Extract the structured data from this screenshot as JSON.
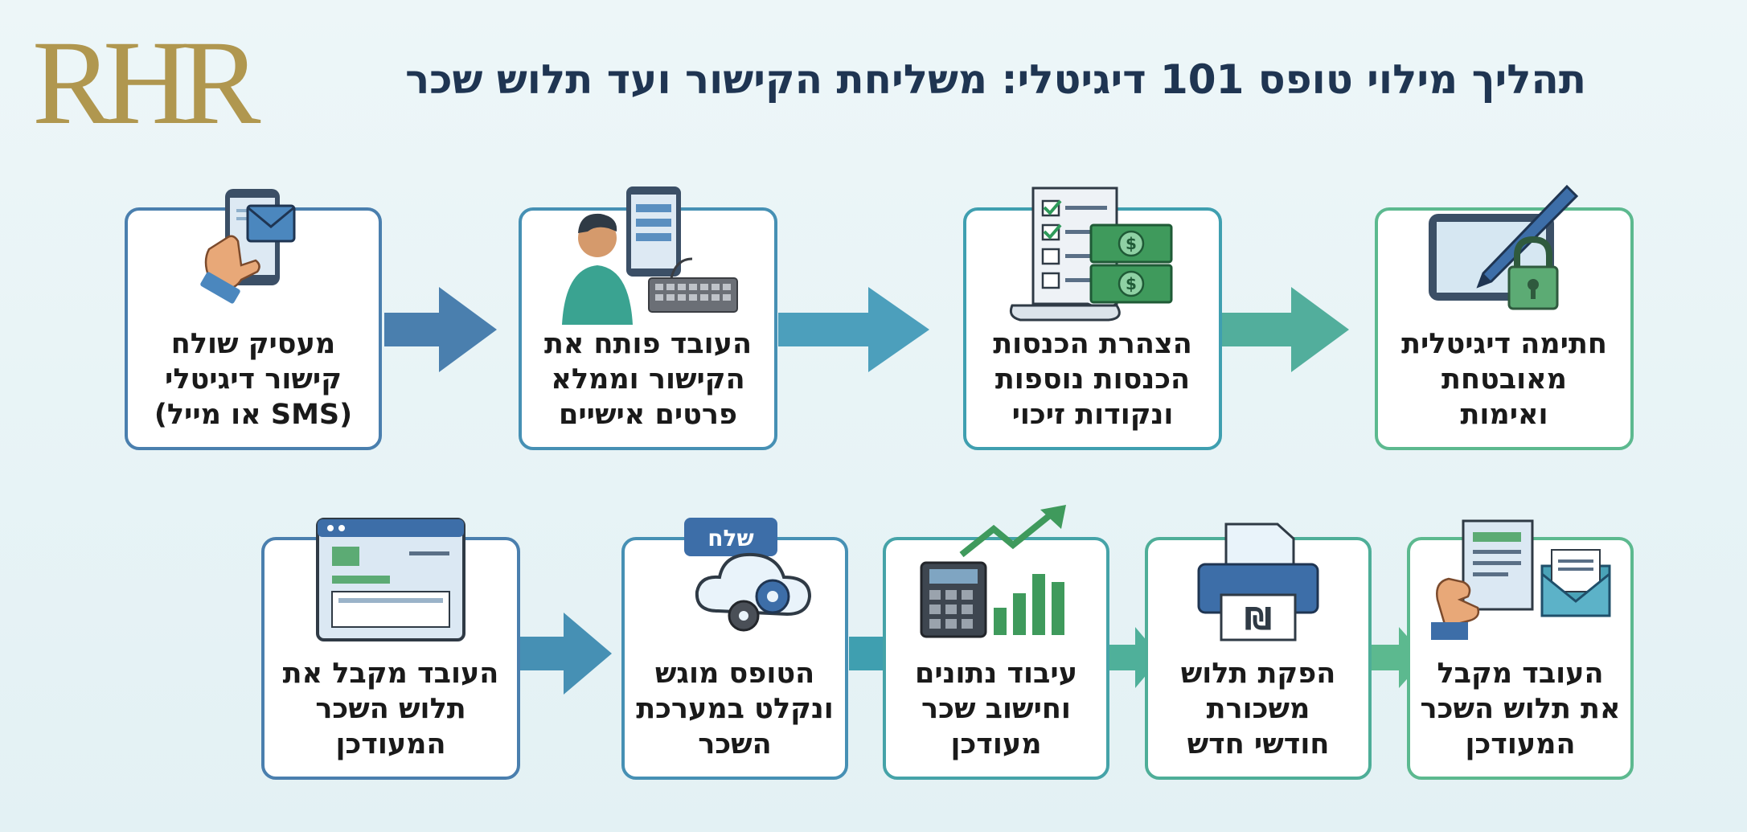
{
  "header": {
    "logo": "RHR",
    "title": "תהליך מילוי טופס 101 דיגיטלי: משליחת הקישור ועד תלוש שכר"
  },
  "row1": [
    {
      "lines": [
        "חתימה דיגיטלית",
        "מאובטחת",
        "ואימות"
      ],
      "icon": "tablet-pen-lock-icon"
    },
    {
      "lines": [
        "הצהרת הכנסות",
        "הכנסות נוספות",
        "ונקודות זיכוי"
      ],
      "icon": "checklist-money-icon"
    },
    {
      "lines": [
        "העובד פותח את",
        "הקישור וממלא",
        "פרטים אישיים"
      ],
      "icon": "person-computer-icon"
    },
    {
      "lines": [
        "מעסיק שולח",
        "קישור דיגיטלי",
        "(SMS או מייל)"
      ],
      "icon": "phone-email-icon"
    }
  ],
  "row2": [
    {
      "lines": [
        "העובד מקבל",
        "את תלוש השכר",
        "המעודכן"
      ],
      "icon": "hand-document-envelope-icon"
    },
    {
      "lines": [
        "הפקת תלוש",
        "משכורת",
        "חודשי חדש"
      ],
      "icon": "printer-shekel-icon"
    },
    {
      "lines": [
        "עיבוד נתונים",
        "וחישוב שכר",
        "מעודכן"
      ],
      "icon": "calculator-chart-icon"
    },
    {
      "lines": [
        "הטופס מוגש",
        "ונקלט במערכת",
        "השכר"
      ],
      "icon": "cloud-gears-icon",
      "badge": "שלח"
    },
    {
      "lines": [
        "העובד מקבל את",
        "תלוש השכר",
        "המעודכן"
      ],
      "icon": "browser-window-icon"
    }
  ],
  "colors": {
    "blue": "#4a7fae",
    "teal": "#3f9fb0",
    "green": "#5cb98f"
  }
}
